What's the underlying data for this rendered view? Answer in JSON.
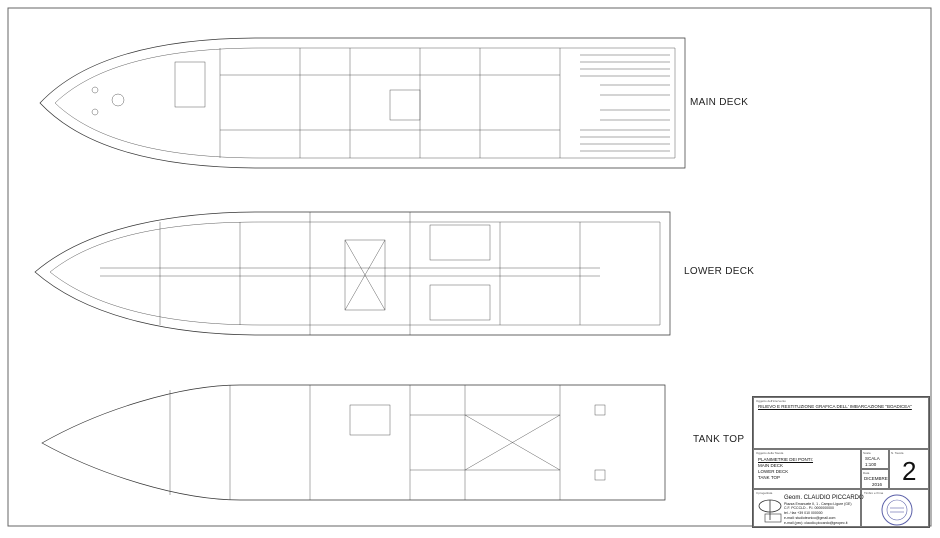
{
  "decks": [
    {
      "label": "MAIN DECK"
    },
    {
      "label": "LOWER DECK"
    },
    {
      "label": "TANK TOP"
    }
  ],
  "title_block": {
    "subject_caption": "Oggetto dell'intervento",
    "subject": "RILIEVO E RESTITUZIONE GRAFICA DELL' IMBARCAZIONE \"BOADICEA\"",
    "sheet_caption": "Oggetto della Tavola",
    "sheet_title": "PLANIMETRIE DEI PONTI:",
    "sheet_items": [
      "MAIN DECK",
      "LOWER DECK",
      "TANK TOP"
    ],
    "scale_caption": "Scala",
    "scale_label": "SCALA",
    "scale_value": "1:100",
    "date_caption": "Data",
    "date_month": "DICEMBRE",
    "date_year": "2016",
    "number_caption": "N. Tavola",
    "number": "2",
    "designer_caption": "Il progettista",
    "designer_name": "Geom. CLAUDIO PICCARDO",
    "designer_address": "Piazza Emanuele II, 1 - Campo Ligure (GE)",
    "designer_cf": "C.F. PCCCLD - P.I. 0000000000",
    "designer_phone": "tel. / fax  +39 010 000000",
    "designer_email": "e-mail: studiotecnico@gmail.com",
    "designer_pec": "e-mail (pec): claudio.piccardo@geopec.it",
    "stamp_caption": "Timbro e firma"
  }
}
